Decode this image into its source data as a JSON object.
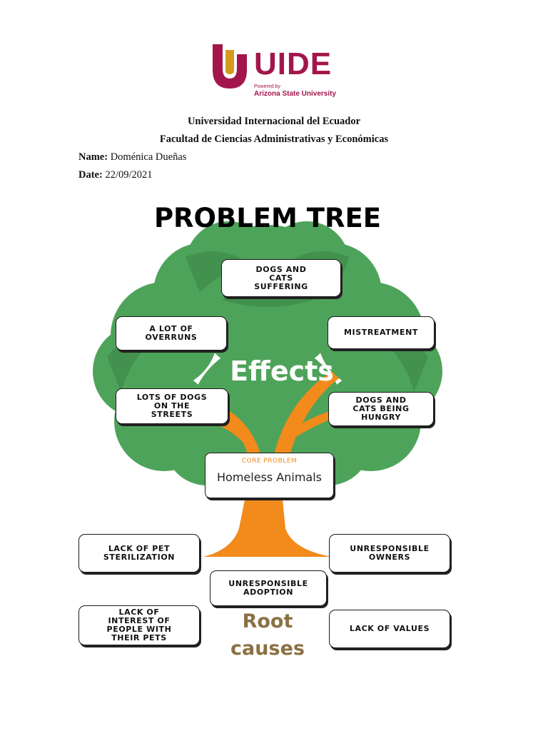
{
  "logo": {
    "wordmark": "UIDE",
    "powered_by": "Powered by",
    "partner": "Arizona State University",
    "colors": {
      "maroon": "#a3164c",
      "gold": "#d39a1e"
    }
  },
  "header": {
    "university": "Universidad Internacional del Ecuador",
    "faculty": "Facultad de Ciencias Administrativas y Económicas"
  },
  "meta": {
    "name_label": "Name:",
    "name_value": "Doménica Dueñas",
    "date_label": "Date:",
    "date_value": "22/09/2021"
  },
  "problem_tree": {
    "title": "PROBLEM TREE",
    "effects_heading": "Effects",
    "effects": [
      "DOGS AND\nCATS\nSUFFERING",
      "A LOT OF\nOVERRUNS",
      "MISTREATMENT",
      "LOTS OF DOGS\nON THE\nSTREETS",
      "DOGS AND\nCATS BEING\nHUNGRY"
    ],
    "core_label": "CORE PROBLEM",
    "core_problem": "Homeless Animals",
    "root_heading": "Root\ncauses",
    "causes": [
      "LACK OF PET\nSTERILIZATION",
      "UNRESPONSIBLE\nOWNERS",
      "UNRESPONSIBLE\nADOPTION",
      "LACK OF\nINTEREST OF\nPEOPLE WITH\nTHEIR PETS",
      "LACK OF VALUES"
    ],
    "colors": {
      "foliage": "#4ea35a",
      "foliage_dark": "#3b8446",
      "trunk": "#f28a1c",
      "root_text": "#8a7043",
      "core_label": "#f28a1c"
    }
  }
}
